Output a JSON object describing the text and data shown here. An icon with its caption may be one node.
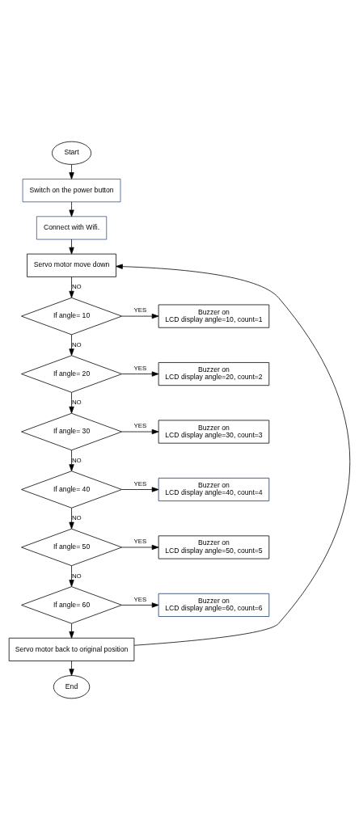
{
  "diagram": {
    "nodes": [
      {
        "text": [
          "Start"
        ]
      },
      {
        "text": [
          "Switch on the power button"
        ]
      },
      {
        "text": [
          "Connect with Wifi."
        ]
      },
      {
        "text": [
          "Servo motor move down"
        ]
      },
      {
        "text": [
          "If angle= 10"
        ]
      },
      {
        "text": [
          "Buzzer on",
          "LCD display angle=10, count=1"
        ]
      },
      {
        "text": [
          "If angle= 20"
        ]
      },
      {
        "text": [
          "Buzzer on",
          "LCD display angle=20, count=2"
        ]
      },
      {
        "text": [
          "If angle= 30"
        ]
      },
      {
        "text": [
          "Buzzer on",
          "LCD display angle=30, count=3"
        ]
      },
      {
        "text": [
          "If angle= 40"
        ]
      },
      {
        "text": [
          "Buzzer on",
          "LCD display angle=40, count=4"
        ]
      },
      {
        "text": [
          "If angle= 50"
        ]
      },
      {
        "text": [
          "Buzzer on",
          "LCD display angle=50, count=5"
        ]
      },
      {
        "text": [
          "If angle= 60"
        ]
      },
      {
        "text": [
          "Buzzer on",
          "LCD display angle=60, count=6"
        ]
      },
      {
        "text": [
          "Servo motor back to original position"
        ]
      },
      {
        "text": [
          "End"
        ]
      }
    ],
    "edges": [
      {
        "from": 0,
        "to": 1,
        "arrow": "to"
      },
      {
        "from": 1,
        "to": 2,
        "arrow": "to"
      },
      {
        "from": 2,
        "to": 3,
        "arrow": "to"
      },
      {
        "from": 3,
        "to": 4,
        "arrow": "to",
        "label": "NO"
      },
      {
        "from": 4,
        "to": 5,
        "arrow": "to",
        "label": "YES"
      },
      {
        "from": 4,
        "to": 6,
        "arrow": "to",
        "label": "NO"
      },
      {
        "from": 6,
        "to": 7,
        "arrow": "to",
        "label": "YES"
      },
      {
        "from": 6,
        "to": 8,
        "arrow": "to",
        "label": "NO"
      },
      {
        "from": 8,
        "to": 9,
        "arrow": "to",
        "label": "YES"
      },
      {
        "from": 8,
        "to": 10,
        "arrow": "to",
        "label": "NO"
      },
      {
        "from": 10,
        "to": 11,
        "arrow": "to",
        "label": "YES"
      },
      {
        "from": 10,
        "to": 12,
        "arrow": "to",
        "label": "NO"
      },
      {
        "from": 12,
        "to": 13,
        "arrow": "to",
        "label": "YES"
      },
      {
        "from": 12,
        "to": 14,
        "arrow": "to",
        "label": "NO"
      },
      {
        "from": 14,
        "to": 15,
        "arrow": "to",
        "label": "YES"
      },
      {
        "from": 14,
        "to": 16,
        "arrow": "to"
      },
      {
        "from": 16,
        "to": 17,
        "arrow": "to"
      },
      {
        "from": 16,
        "to": 3,
        "arrow": "to"
      }
    ]
  }
}
